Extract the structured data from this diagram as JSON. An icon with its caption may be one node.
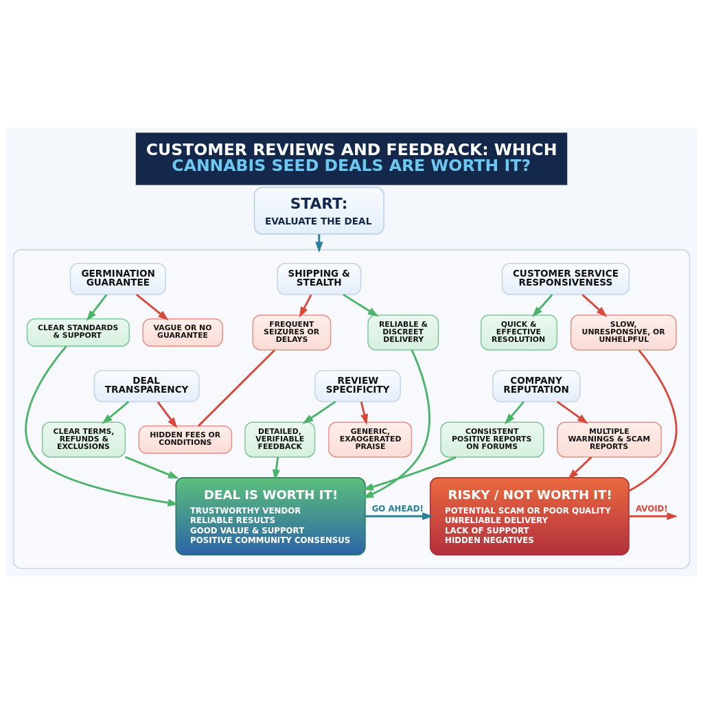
{
  "diagram": {
    "title": "CUSTOMER REVIEWS AND FEEDBACK: WHICH CANNABIS SEED DEALS ARE WORTH IT?",
    "nodes": [
      {
        "text": [
          "START:",
          "EVALUATE THE DEAL"
        ]
      },
      {
        "text": [],
        "shape": "box"
      },
      {
        "text": [
          "GERMINATION GUARANTEE"
        ],
        "in": 1
      },
      {
        "text": [
          "CLEAR STANDARDS & SUPPORT"
        ],
        "in": 1
      },
      {
        "text": [
          "VAGUE OR NO GUARANTEE"
        ],
        "in": 1
      },
      {
        "text": [
          "SHIPPING & STEALTH"
        ],
        "in": 1
      },
      {
        "text": [
          "RELIABLE & DISCREET DELIVERY"
        ],
        "in": 1
      },
      {
        "text": [
          "FREQUENT SEIZURES OR DELAYS"
        ],
        "in": 1
      },
      {
        "text": [
          "CUSTOMER SERVICE RESPONSIVENESS"
        ],
        "in": 1
      },
      {
        "text": [
          "QUICK & EFFECTIVE RESOLUTION"
        ],
        "in": 1
      },
      {
        "text": [
          "SLOW, UNRESPONSIVE, OR UNHELPFUL"
        ],
        "in": 1
      },
      {
        "text": [
          "REVIEW SPECIFICITY"
        ],
        "in": 1
      },
      {
        "text": [
          "DETAILED, VERIFIABLE FEEDBACK"
        ],
        "in": 1
      },
      {
        "text": [
          "GENERIC, EXAOGERATED PRAISE"
        ],
        "in": 1
      },
      {
        "text": [
          "DEAL TRANSPARENCY"
        ],
        "in": 1
      },
      {
        "text": [
          "CLEAR TERMS, REFUNDS & EXCLUSIONS"
        ],
        "in": 1
      },
      {
        "text": [
          "HIDDEN FEES OR CONDITIONS"
        ],
        "in": 1
      },
      {
        "text": [
          "COMPANY REPUTATION"
        ],
        "in": 1
      },
      {
        "text": [
          "CONSISTENT POSITIVE REPORTS ON FORUMS"
        ],
        "in": 1
      },
      {
        "text": [
          "MULTIPLE WARNINGS & SCAM REPORTS"
        ],
        "in": 1
      },
      {
        "text": [
          "DEAL IS WORTH IT!",
          "TRUSTWORTHY VENDOR",
          "RELIABLE RESULTS",
          "GOOD VALUE & SUPPORT",
          "POSITIVE COMMUNITY CONSENSUS"
        ],
        "in": 1
      },
      {
        "text": [
          "RISKY / NOT WORTH IT!",
          "POTENTIAL SCAM OR POOR QUALITY",
          "UNRELIABLE DELIVERY",
          "LACK OF SUPPORT",
          "HIDDEN NEGATIVES"
        ],
        "in": 1
      }
    ],
    "edges": [
      {
        "from": 0,
        "to": 1,
        "arrow": "to",
        "color": "#2a7f9a"
      },
      {
        "from": 2,
        "to": 3,
        "arrow": "to"
      },
      {
        "from": 2,
        "to": 4,
        "arrow": "to",
        "color": "#d9483b"
      },
      {
        "from": 5,
        "to": 6,
        "arrow": "to"
      },
      {
        "from": 5,
        "to": 7,
        "arrow": "to",
        "color": "#d9483b"
      },
      {
        "from": 8,
        "to": 9,
        "arrow": "to"
      },
      {
        "from": 8,
        "to": 10,
        "arrow": "to",
        "color": "#d9483b"
      },
      {
        "from": 11,
        "to": 12,
        "arrow": "to"
      },
      {
        "from": 11,
        "to": 13,
        "arrow": "to",
        "color": "#d9483b"
      },
      {
        "from": 14,
        "to": 15,
        "arrow": "to"
      },
      {
        "from": 14,
        "to": 16,
        "arrow": "to",
        "color": "#d9483b"
      },
      {
        "from": 17,
        "to": 18,
        "arrow": "to"
      },
      {
        "from": 17,
        "to": 19,
        "arrow": "to",
        "color": "#d9483b"
      },
      {
        "from": 3,
        "to": 20,
        "arrow": "to"
      },
      {
        "from": 6,
        "to": 20,
        "arrow": "to"
      },
      {
        "from": 15,
        "to": 20,
        "arrow": "to"
      },
      {
        "from": 12,
        "to": 20,
        "arrow": "to"
      },
      {
        "from": 18,
        "to": 20,
        "arrow": "to"
      },
      {
        "from": 7,
        "to": 16,
        "arrow": "none",
        "color": "#d9483b"
      },
      {
        "from": 10,
        "to": 21,
        "arrow": "none",
        "color": "#d9483b"
      },
      {
        "from": 19,
        "to": 21,
        "arrow": "to",
        "color": "#d9483b"
      },
      {
        "from": 20,
        "to": 21,
        "arrow": "to",
        "label": "GO AHEAD!",
        "color": "#2a7f9a"
      },
      {
        "from": 21,
        "to": null,
        "arrow": "to",
        "label": "AVOID!",
        "color": "#d9483b"
      }
    ]
  }
}
